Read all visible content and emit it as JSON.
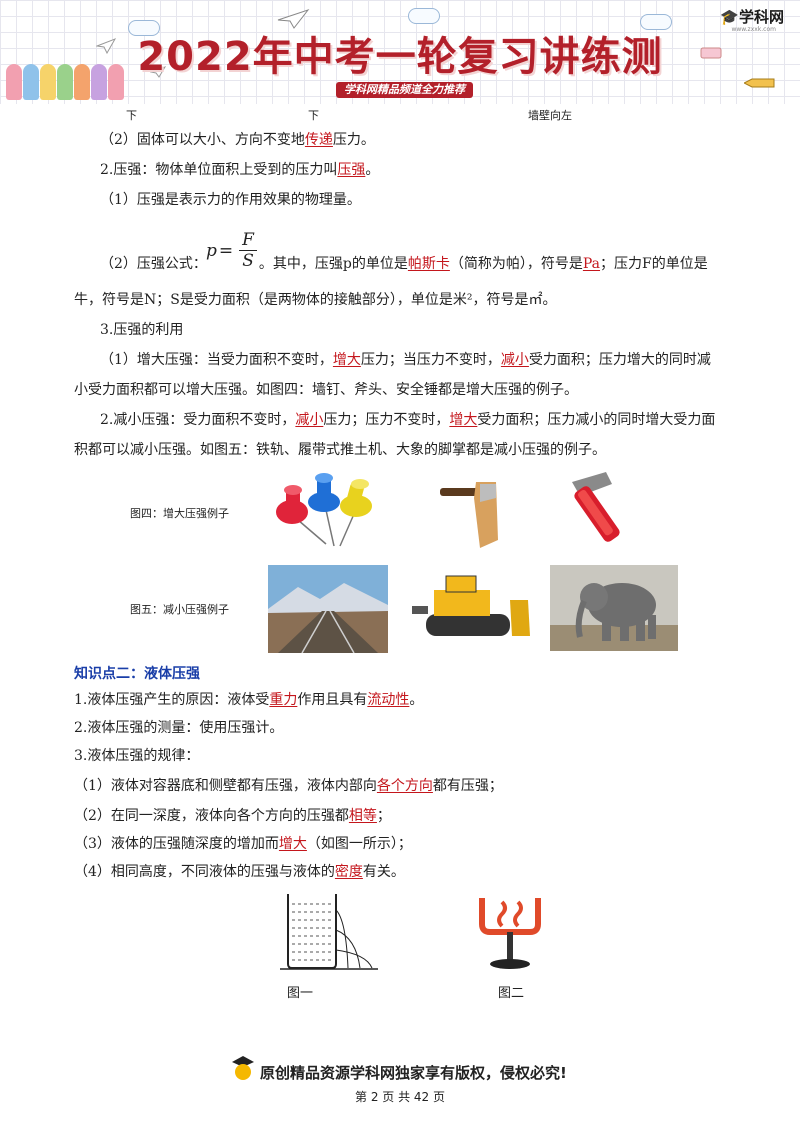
{
  "header": {
    "title": "2022年中考一轮复习讲练测",
    "subtitle": "学科网精品频道全力推荐",
    "logo_text": "学科网",
    "logo_url": "www.zxxk.com"
  },
  "top_captions": [
    "下",
    "下",
    "墙壁向左"
  ],
  "p1": {
    "pre": "（2）固体可以大小、方向不变地",
    "u": "传递",
    "post": "压力。"
  },
  "p2": {
    "pre": "2.压强：物体单位面积上受到的压力叫",
    "u": "压强",
    "post": "。"
  },
  "p3": {
    "text": "（1）压强是表示力的作用效果的物理量。"
  },
  "formula": {
    "var": "p",
    "eq": "=",
    "num": "F",
    "den": "S"
  },
  "p4": {
    "pre": "（2）压强公式：",
    "mid1": "。其中，压强p的单位是",
    "u1": "帕斯卡",
    "mid2": "（简称为帕），符号是",
    "u2": "Pa",
    "post": "；压力F的单位是"
  },
  "p4b": {
    "text": "牛，符号是N；S是受力面积（是两物体的接触部分），单位是米²，符号是㎡。"
  },
  "p5": {
    "text": "3.压强的利用"
  },
  "p6": {
    "pre": "（1）增大压强：当受力面积不变时，",
    "u1": "增大",
    "mid": "压力；当压力不变时，",
    "u2": "减小",
    "post": "受力面积；压力增大的同时减"
  },
  "p6b": {
    "text": "小受力面积都可以增大压强。如图四：墙钉、斧头、安全锤都是增大压强的例子。"
  },
  "p7": {
    "pre": "2.减小压强：受力面积不变时，",
    "u1": "减小",
    "mid": "压力；压力不变时，",
    "u2": "增大",
    "post": "受力面积；压力减小的同时增大受力面"
  },
  "p7b": {
    "text": "积都可以减小压强。如图五：铁轨、履带式推土机、大象的脚掌都是减小压强的例子。"
  },
  "fig4_caption": "图四：增大压强例子",
  "fig5_caption": "图五：减小压强例子",
  "section2_title": "知识点二：液体压强",
  "l1": {
    "pre": "1.液体压强产生的原因：液体受",
    "u1": "重力",
    "mid": "作用且具有",
    "u2": "流动性",
    "post": "。"
  },
  "l2": {
    "text": "2.液体压强的测量：使用压强计。"
  },
  "l3": {
    "text": "3.液体压强的规律："
  },
  "l4": {
    "pre": "（1）液体对容器底和侧壁都有压强，液体内部向",
    "u": "各个方向",
    "post": "都有压强；"
  },
  "l5": {
    "pre": "（2）在同一深度，液体向各个方向的压强都",
    "u": "相等",
    "post": "；"
  },
  "l6": {
    "pre": "（3）液体的压强随深度的增加而",
    "u": "增大",
    "post": "（如图一所示）；"
  },
  "l7": {
    "pre": "（4）相同高度，不同液体的压强与液体的",
    "u": "密度",
    "post": "有关。"
  },
  "fig1_caption": "图一",
  "fig2_caption": "图二",
  "footer": {
    "slogan": "原创精品资源学科网独家享有版权，侵权必究!",
    "page": "第 2 页 共 42 页"
  },
  "colors": {
    "accent_red": "#c4161c",
    "section_blue": "#1a3ea8",
    "banner_red": "#b3202a"
  }
}
